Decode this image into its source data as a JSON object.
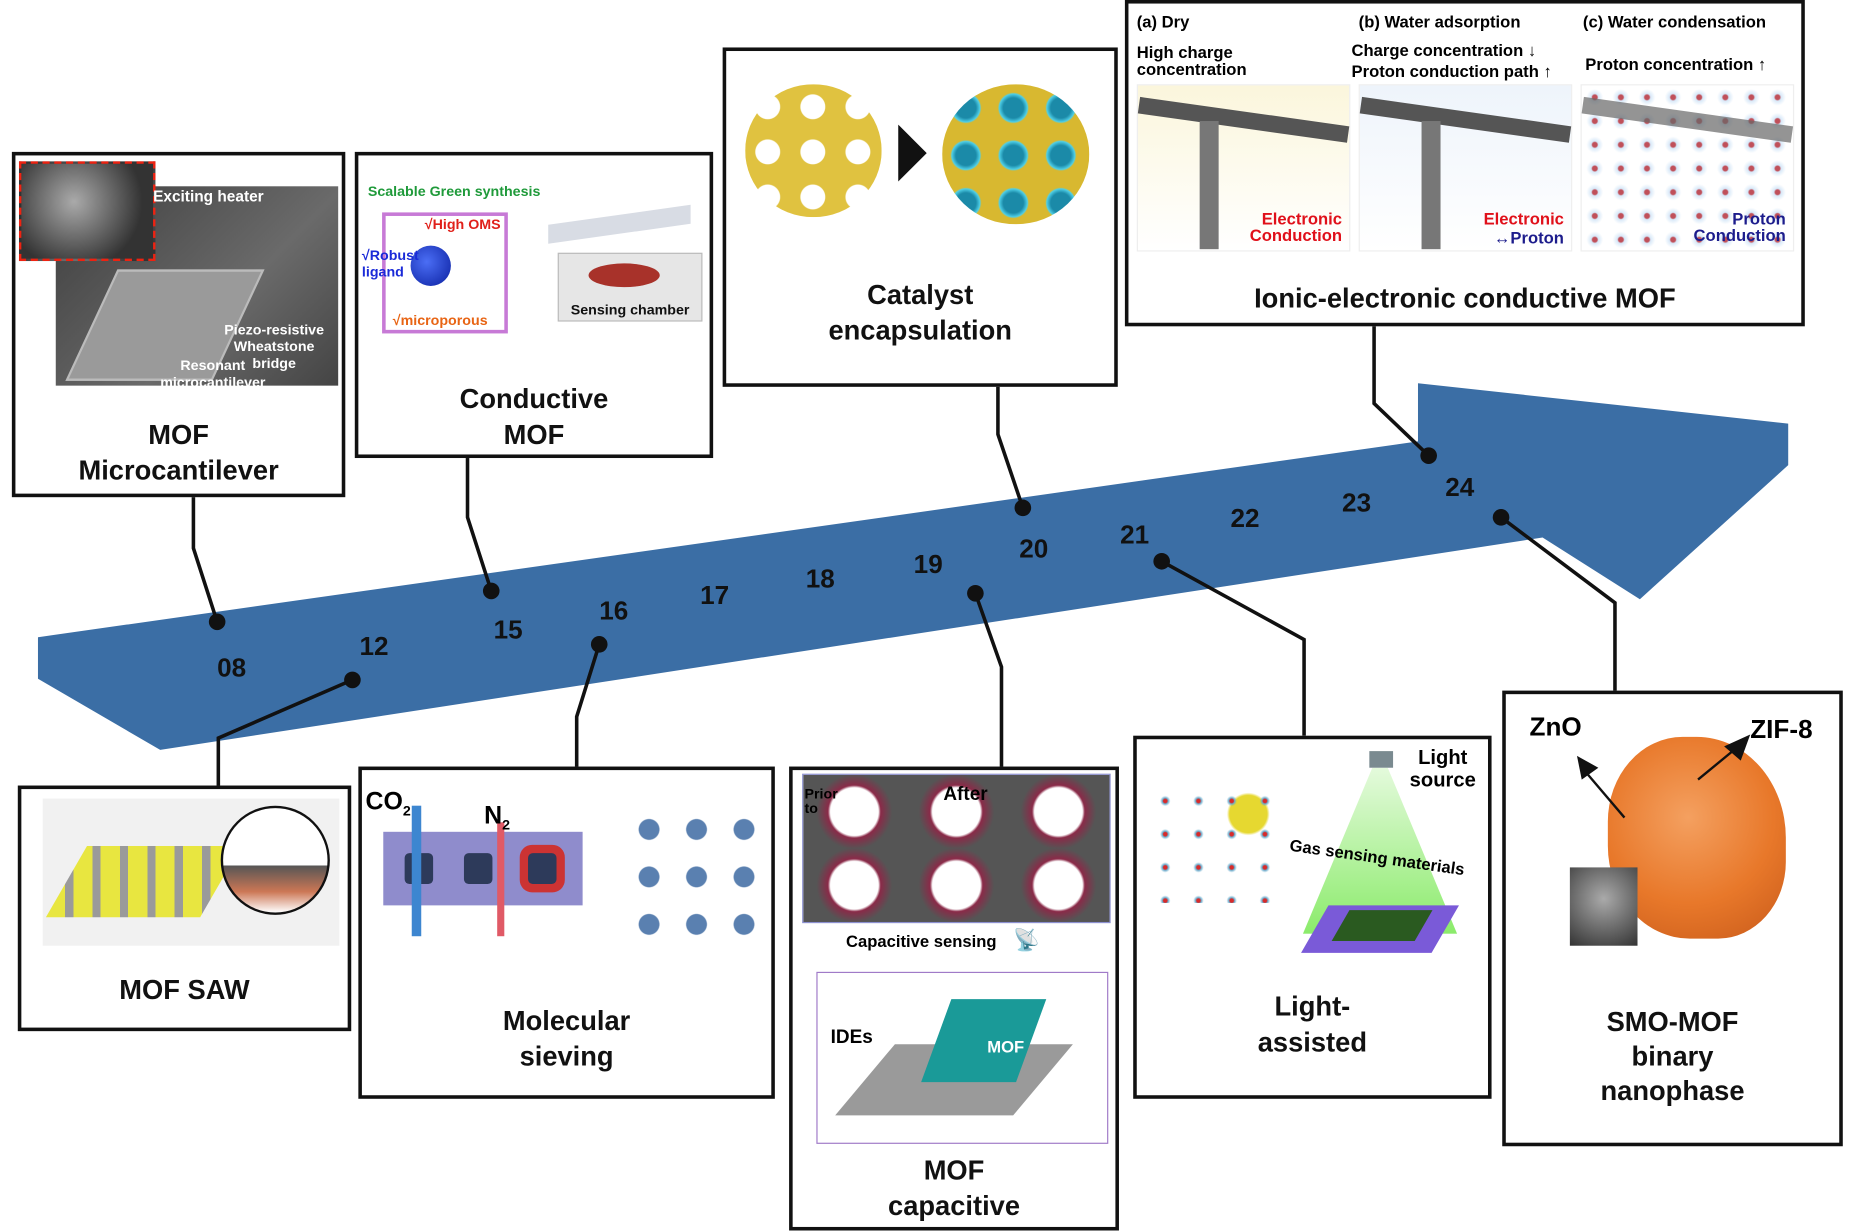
{
  "timeline": {
    "arrow_color": "#3b6ea5",
    "years": [
      "08",
      "12",
      "15",
      "16",
      "17",
      "18",
      "19",
      "20",
      "21",
      "22",
      "23",
      "24"
    ]
  },
  "panels": {
    "microcantilever": {
      "title": "MOF\nMicrocantilever",
      "labels": {
        "heater": "Exciting heater",
        "bridge": "Piezo-resistive\nWheatstone\nbridge",
        "resonant": "Resonant\nmicrocantilever"
      }
    },
    "conductive": {
      "title": "Conductive\nMOF",
      "labels": {
        "green": "Scalable Green synthesis",
        "oms": "√High OMS",
        "ligand": "√Robust\nligand",
        "micro": "√microporous",
        "chamber": "Sensing chamber"
      }
    },
    "catalyst": {
      "title": "Catalyst\nencapsulation"
    },
    "ionic": {
      "title": "Ionic-electronic conductive MOF",
      "a_head": "(a) Dry",
      "a_sub": "High charge\nconcentration",
      "a_mode": "Electronic\nConduction",
      "b_head": "(b) Water adsorption",
      "b_sub": "Charge concentration ↓\nProton conduction path ↑",
      "b_mode1": "Electronic",
      "b_mode2": "↔Proton",
      "c_head": "(c) Water condensation",
      "c_sub": "Proton concentration ↑",
      "c_mode": "Proton\nConduction"
    },
    "saw": {
      "title": "MOF SAW"
    },
    "sieving": {
      "title": "Molecular\nsieving",
      "co2": "CO",
      "co2_sub": "2",
      "n2": "N",
      "n2_sub": "2"
    },
    "capacitive": {
      "title": "MOF\ncapacitive",
      "prior": "Prior\nto",
      "after": "After",
      "sensing": "Capacitive sensing",
      "ides": "IDEs",
      "mof": "MOF"
    },
    "light": {
      "title": "Light-\nassisted",
      "source": "Light\nsource",
      "gas": "Gas sensing materials"
    },
    "smo": {
      "title": "SMO-MOF\nbinary\nnanophase",
      "zno": "ZnO",
      "zif": "ZIF-8"
    }
  }
}
